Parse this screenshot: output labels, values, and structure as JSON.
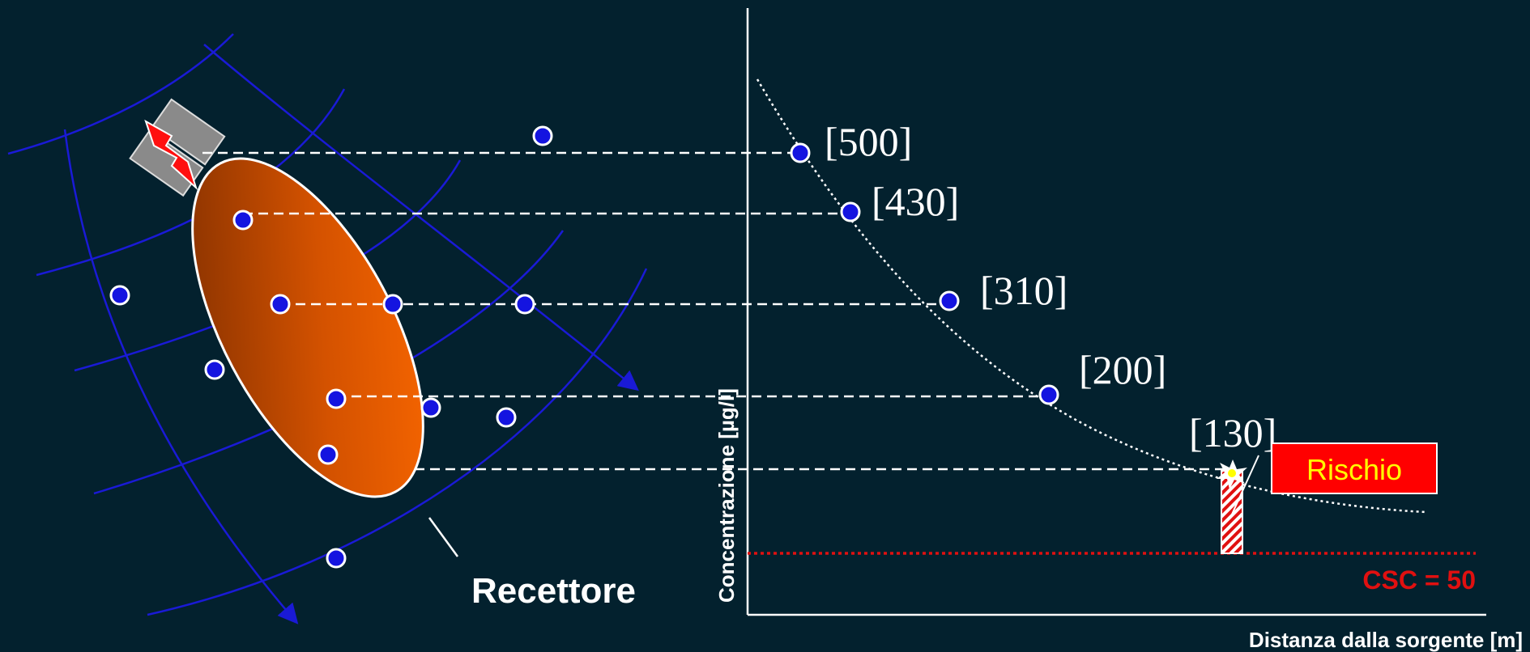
{
  "colors": {
    "background": "#03212e",
    "flow_lines": "#1a1ad6",
    "well_dot": "#1414e0",
    "plume_light": "#ff6a00",
    "plume_dark": "#8a3200",
    "csc_line": "#e01010",
    "risk_box": "#ff0000",
    "risk_text": "#ffff00"
  },
  "labels": {
    "receptor": "Recettore",
    "y_axis": "Concentrazione [µg/l]",
    "x_axis": "Distanza dalla sorgente [m]",
    "csc": "CSC = 50",
    "risk": "Rischio"
  },
  "icons": {
    "source": "lightning-bolt-icon",
    "receptor_point": "star-burst-icon"
  },
  "chart_data": {
    "type": "scatter",
    "title": "",
    "xlabel": "Distanza dalla sorgente [m]",
    "ylabel": "Concentrazione [µg/l]",
    "points": [
      {
        "label": "[500]",
        "value": 500
      },
      {
        "label": "[430]",
        "value": 430
      },
      {
        "label": "[310]",
        "value": 310
      },
      {
        "label": "[200]",
        "value": 200
      },
      {
        "label": "[130]",
        "value": 130
      }
    ],
    "threshold": {
      "label": "CSC = 50",
      "value": 50
    },
    "grid": false
  }
}
